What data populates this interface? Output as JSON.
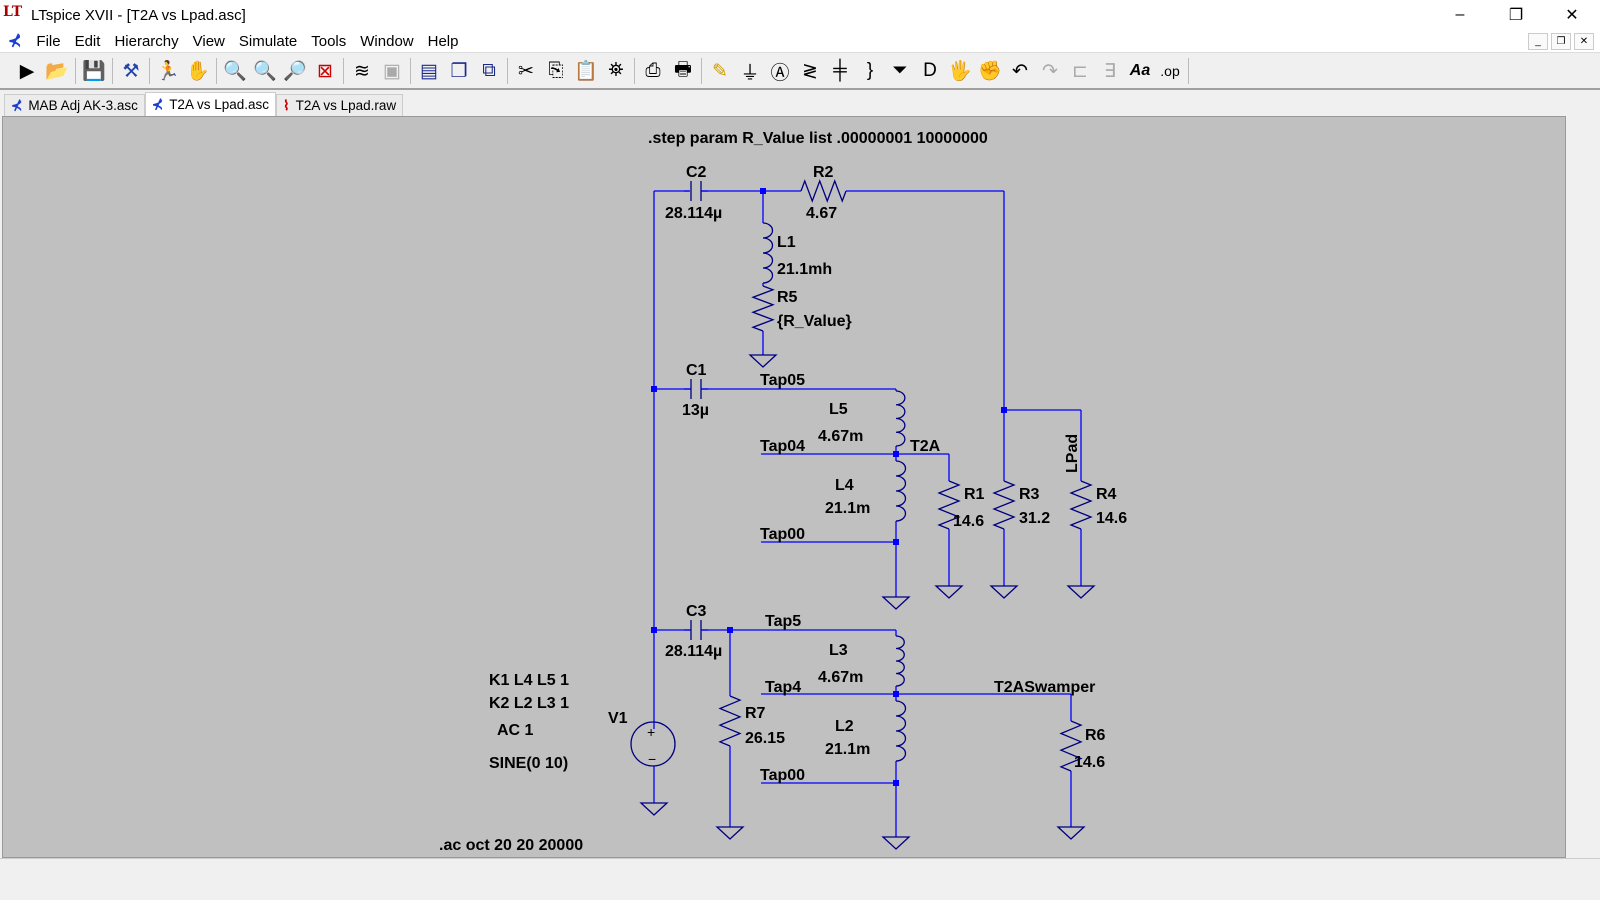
{
  "window": {
    "title": "LTspice XVII - [T2A vs Lpad.asc]",
    "minimize": "–",
    "restore": "❐",
    "close": "✕"
  },
  "menu": [
    "File",
    "Edit",
    "Hierarchy",
    "View",
    "Simulate",
    "Tools",
    "Window",
    "Help"
  ],
  "tabs": [
    {
      "label": "MAB Adj AK-3.asc"
    },
    {
      "label": "T2A vs Lpad.asc"
    },
    {
      "label": "T2A vs Lpad.raw"
    }
  ],
  "schematic": {
    "directives": {
      "step": ".step param R_Value list .00000001 10000000",
      "ac": ".ac oct 20 20 20000",
      "k1": "K1 L4 L5 1",
      "k2": "K2 L2 L3 1"
    },
    "components": {
      "C2": {
        "name": "C2",
        "value": "28.114µ"
      },
      "R2": {
        "name": "R2",
        "value": "4.67"
      },
      "L1": {
        "name": "L1",
        "value": "21.1mh"
      },
      "R5": {
        "name": "R5",
        "value": "{R_Value}"
      },
      "C1": {
        "name": "C1",
        "value": "13µ"
      },
      "L5": {
        "name": "L5",
        "value": "4.67m"
      },
      "L4": {
        "name": "L4",
        "value": "21.1m"
      },
      "R1": {
        "name": "R1",
        "value": "14.6"
      },
      "R3": {
        "name": "R3",
        "value": "31.2"
      },
      "R4": {
        "name": "R4",
        "value": "14.6"
      },
      "C3": {
        "name": "C3",
        "value": "28.114µ"
      },
      "L3": {
        "name": "L3",
        "value": "4.67m"
      },
      "L2": {
        "name": "L2",
        "value": "21.1m"
      },
      "R7": {
        "name": "R7",
        "value": "26.15"
      },
      "R6": {
        "name": "R6",
        "value": "14.6"
      },
      "V1": {
        "name": "V1",
        "ac": "AC 1",
        "value": "SINE(0 10)"
      }
    },
    "nets": {
      "tap05": "Tap05",
      "tap04": "Tap04",
      "tap00a": "Tap00",
      "t2a": "T2A",
      "lpad": "LPad",
      "tap5": "Tap5",
      "tap4": "Tap4",
      "tap00b": "Tap00",
      "swamper": "T2ASwamper"
    }
  },
  "colors": {
    "wire": "#0000ff",
    "canvas": "#c0c0c0"
  }
}
